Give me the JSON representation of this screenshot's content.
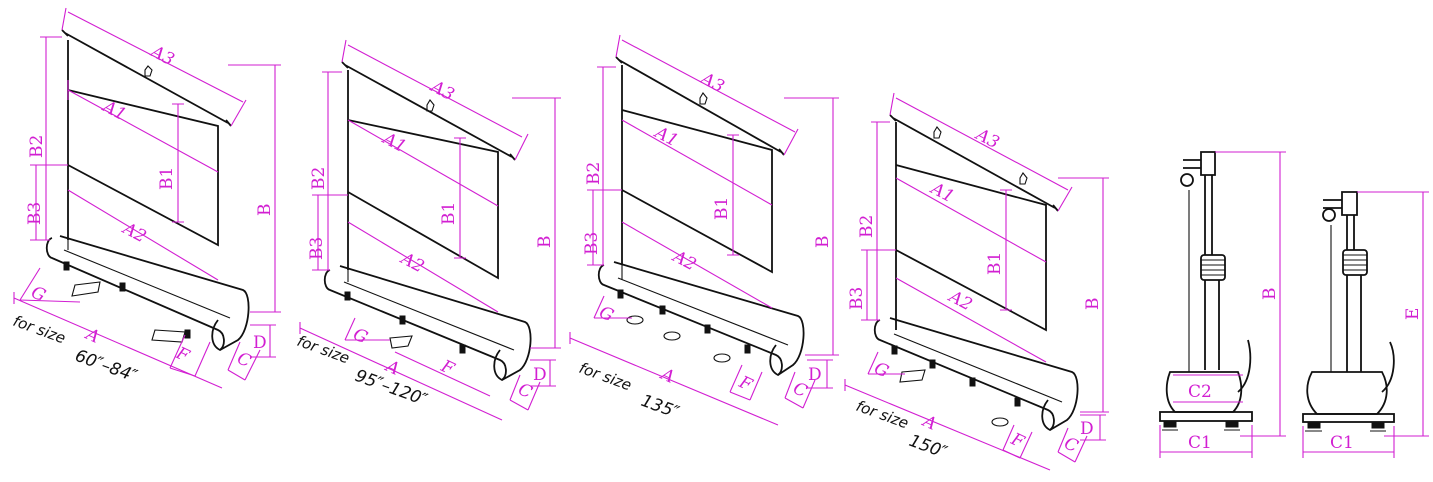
{
  "dimension_color": "#d21fd2",
  "line_color": "#111111",
  "labels": {
    "A": "A",
    "A1": "A1",
    "A2": "A2",
    "A3": "A3",
    "B": "B",
    "B1": "B1",
    "B2": "B2",
    "B3": "B3",
    "C": "C",
    "C1": "C1",
    "C2": "C2",
    "D": "D",
    "E": "E",
    "F": "F",
    "G": "G"
  },
  "models": [
    {
      "caption": "for size",
      "size": "60″–84″"
    },
    {
      "caption": "for size",
      "size": "95″–120″"
    },
    {
      "caption": "for size",
      "size": "135″"
    },
    {
      "caption": "for size",
      "size": "150″"
    }
  ]
}
